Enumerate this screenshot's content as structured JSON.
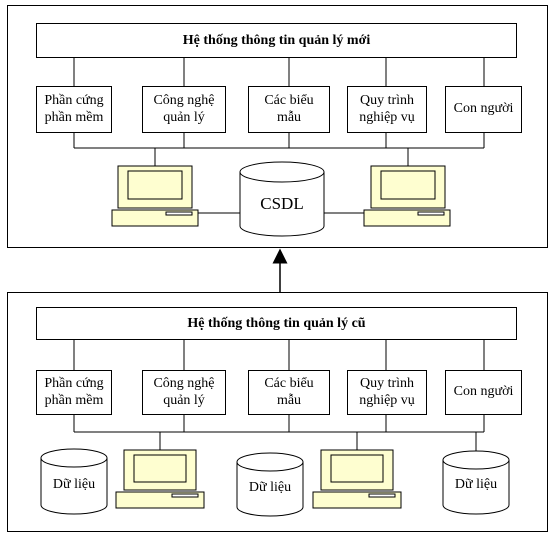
{
  "new_system": {
    "title": "Hệ thống thông tin quản lý mới",
    "components": [
      "Phần cứng phần mềm",
      "Công nghệ quản lý",
      "Các biểu mẫu",
      "Quy trình nghiệp vụ",
      "Con người"
    ],
    "database_label": "CSDL"
  },
  "old_system": {
    "title": "Hệ thống thông tin quản lý cũ",
    "components": [
      "Phần cứng phần mềm",
      "Công nghệ quản lý",
      "Các biểu mẫu",
      "Quy trình nghiệp vụ",
      "Con người"
    ],
    "databases": [
      "Dữ liệu",
      "Dữ liệu",
      "Dữ liệu"
    ]
  },
  "colors": {
    "monitor_fill": "#fefed0",
    "line": "#000000",
    "background": "#ffffff"
  }
}
